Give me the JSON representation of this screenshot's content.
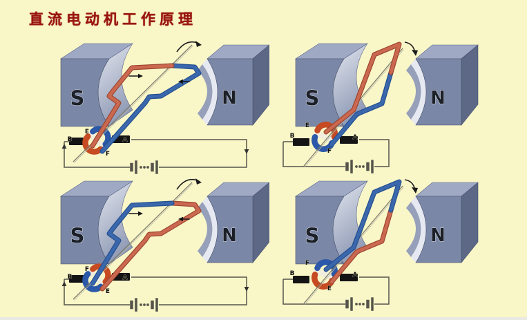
{
  "title": "直流电动机工作原理",
  "colors": {
    "background": "#f9f6c8",
    "title_text": "#99150d",
    "magnet_front": "#7b87a6",
    "magnet_top": "#9fa9c4",
    "magnet_side": "#5c6886",
    "magnet_concave_light": "#e3e7ef",
    "magnet_concave_dark": "#8f9ab5",
    "pole_letter_fill": "#1c2028",
    "pole_letter_halo": "#dde1ea",
    "coil_red": "#cb6950",
    "coil_red_dark": "#9e4630",
    "coil_blue": "#3b67ad",
    "coil_blue_dark": "#24508f",
    "commutator_red": "#c64a22",
    "commutator_blue": "#2b58a8",
    "brush": "#141414",
    "wire": "#55544a",
    "axis": "#7c7c6c",
    "label": "#0e0e0e"
  },
  "panels": [
    {
      "name": "top-left",
      "type": "horizontal",
      "front_color": "red",
      "pole_left": "S",
      "pole_right": "N",
      "labels": {
        "top": "E",
        "left": "B",
        "right": "A",
        "bottom": "F"
      },
      "coil_current_arrows": true,
      "circuit_current_arrows": true
    },
    {
      "name": "top-right",
      "type": "vertical",
      "front_color": "red",
      "pole_left": "S",
      "pole_right": "N",
      "labels": {
        "top": "E",
        "left": "B",
        "right": "A",
        "bottom": "F"
      },
      "coil_current_arrows": false,
      "circuit_current_arrows": false
    },
    {
      "name": "bottom-left",
      "type": "horizontal",
      "front_color": "blue",
      "pole_left": "S",
      "pole_right": "N",
      "labels": {
        "top": "F",
        "left": "B",
        "right": "A",
        "bottom": "E"
      },
      "coil_current_arrows": true,
      "circuit_current_arrows": true
    },
    {
      "name": "bottom-right",
      "type": "vertical",
      "front_color": "blue",
      "pole_left": "S",
      "pole_right": "N",
      "labels": {
        "top": "F",
        "left": "B",
        "right": "A",
        "bottom": "E"
      },
      "coil_current_arrows": false,
      "circuit_current_arrows": false
    }
  ]
}
